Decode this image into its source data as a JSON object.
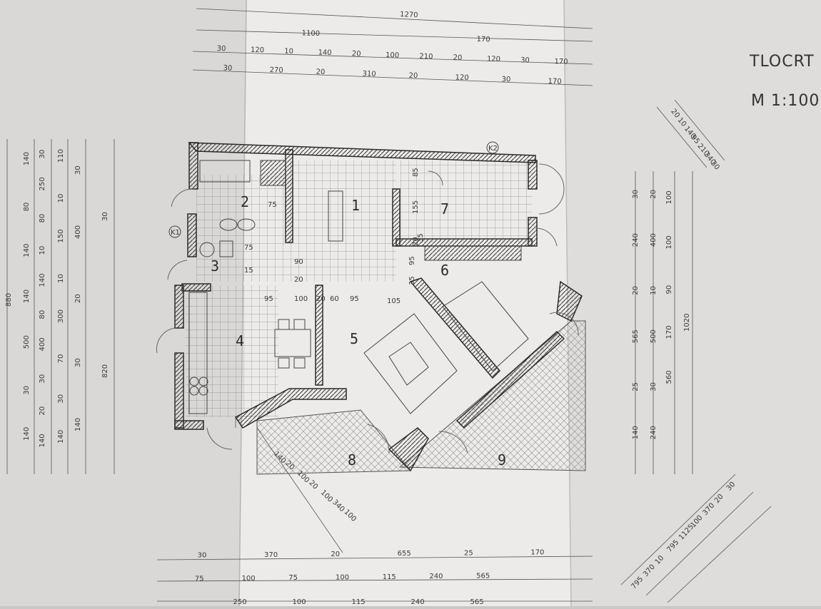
{
  "title": {
    "line1": "TLOCRT",
    "line2": "M 1:100"
  },
  "rooms": [
    "2",
    "1",
    "7",
    "3",
    "6",
    "4",
    "5",
    "8",
    "9"
  ],
  "annotations": {
    "k1": "K1",
    "k2": "K2"
  },
  "dims": {
    "top": {
      "r1": [
        "1270"
      ],
      "r2": [
        "1100",
        "170"
      ],
      "r3": [
        "30",
        "120",
        "10",
        "140",
        "20",
        "100",
        "210",
        "20",
        "120",
        "30",
        "170"
      ],
      "r4": [
        "30",
        "270",
        "20",
        "310",
        "20",
        "120",
        "30",
        "170"
      ]
    },
    "left": {
      "c1": [
        "880"
      ],
      "c2": [
        "140",
        "80",
        "140",
        "140",
        "500",
        "30",
        "140"
      ],
      "c3": [
        "30",
        "250",
        "80",
        "10",
        "140",
        "80",
        "400",
        "30",
        "20",
        "140"
      ],
      "c4": [
        "110",
        "10",
        "150",
        "10",
        "300",
        "70",
        "30",
        "140"
      ],
      "c5": [
        "30",
        "400",
        "20",
        "30",
        "140"
      ],
      "c6": [
        "30",
        "820"
      ]
    },
    "right": {
      "c1": [
        "30",
        "240",
        "20",
        "565",
        "25",
        "140"
      ],
      "c2": [
        "20",
        "400",
        "10",
        "500",
        "30",
        "240"
      ],
      "c3": [
        "100",
        "100",
        "90",
        "170",
        "560"
      ],
      "c4": [
        "1020"
      ]
    },
    "diag_tr": [
      "20",
      "10",
      "140",
      "95",
      "210",
      "340",
      "30"
    ],
    "diag_br": [
      "30",
      "20",
      "370",
      "100",
      "1125",
      "795",
      "10",
      "370",
      "795"
    ],
    "diag_bl": [
      "140",
      "20",
      "100",
      "20",
      "100",
      "340",
      "100"
    ],
    "bottom": {
      "r1": [
        "30",
        "370",
        "20",
        "655",
        "25",
        "170"
      ],
      "r2": [
        "75",
        "100",
        "75",
        "100",
        "115",
        "240",
        "565"
      ],
      "r3": [
        "250",
        "100",
        "115",
        "240",
        "565"
      ]
    },
    "interior": [
      "75",
      "75",
      "15",
      "155",
      "85",
      "20",
      "35",
      "95",
      "20",
      "90",
      "95",
      "100",
      "20",
      "60",
      "95",
      "105",
      "35"
    ]
  }
}
